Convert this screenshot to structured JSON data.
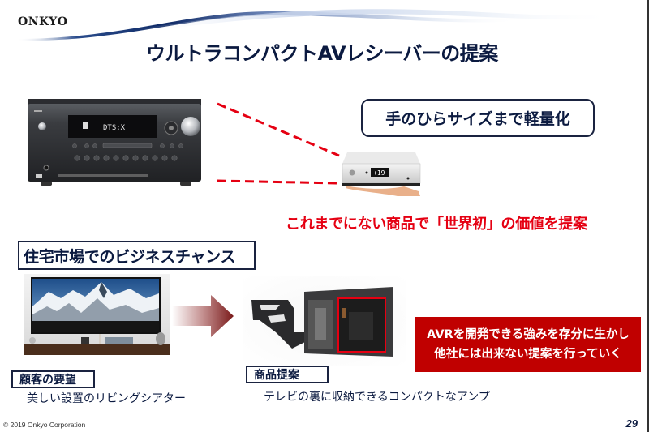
{
  "header": {
    "logo_text": "ONKYO",
    "title": "ウルトラコンパクトAVレシーバーの提案"
  },
  "receiver": {
    "display_text": "DTS:X"
  },
  "callout": {
    "text": "手のひらサイズまで軽量化"
  },
  "mini_amp": {
    "display_text": "+19"
  },
  "claim": {
    "text": "これまでにない商品で「世界初」の価値を提案"
  },
  "section": {
    "title": "住宅市場でのビジネスチャンス"
  },
  "customer": {
    "label": "顧客の要望",
    "description": "美しい設置のリビングシアター"
  },
  "product": {
    "label": "商品提案",
    "description": "テレビの裏に収納できるコンパクトなアンプ"
  },
  "strength_panel": {
    "line1": "AVRを開発できる強みを存分に生かし",
    "line2": "他社には出来ない提案を行っていく"
  },
  "footer": {
    "copyright": "© 2019  Onkyo Corporation",
    "page_number": "29"
  },
  "colors": {
    "title_navy": "#0b1a40",
    "accent_red": "#e50012",
    "panel_red": "#c00000",
    "arrow_dark": "#7a1a1a"
  }
}
